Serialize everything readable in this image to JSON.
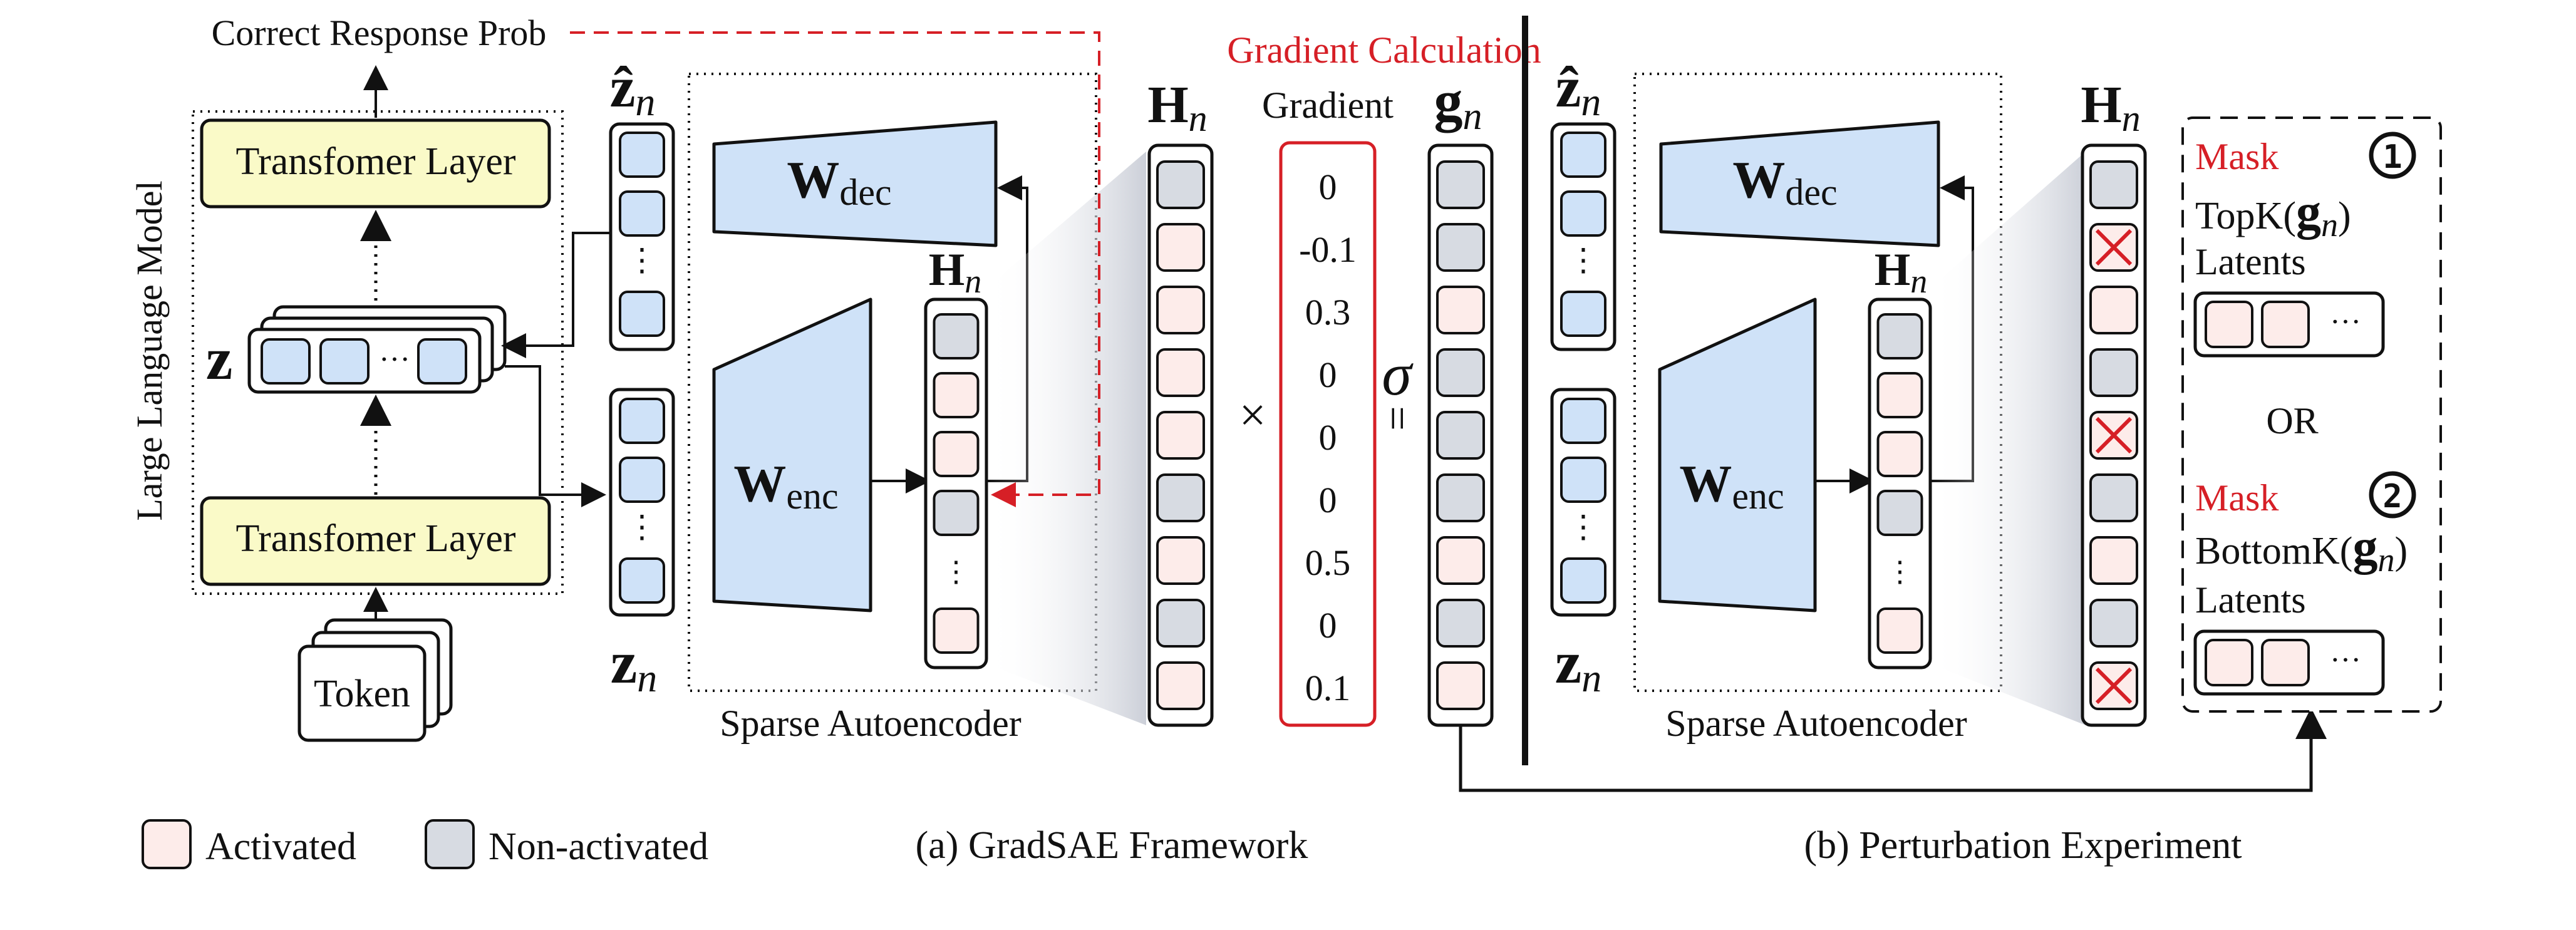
{
  "colors": {
    "activated": "#fdecea",
    "non_activated": "#d7dbe2",
    "latent_blue": "#cfe2f8",
    "transformer": "#fafac8",
    "sae_block": "#cfe2f8",
    "accent_red": "#d61f26",
    "stroke": "#111111"
  },
  "llm": {
    "side_label": "Large Language Model",
    "top_output": "Correct Response Prob",
    "layers": [
      "Transfomer Layer",
      "Transfomer Layer"
    ],
    "token_label": "Token",
    "hidden_symbol": "z",
    "hidden_ellipsis": "···"
  },
  "sae_a": {
    "reconstructed_symbol": "ẑ",
    "input_symbol": "z",
    "subscript": "n",
    "decoder_symbol": "W",
    "decoder_sub": "dec",
    "encoder_symbol": "W",
    "encoder_sub": "enc",
    "latent_symbol": "H",
    "caption": "Sparse Autoencoder",
    "vdots": "⋮"
  },
  "gradient_calc": {
    "label": "Gradient Calculation",
    "column_header": "Gradient",
    "values": [
      "0",
      "-0.1",
      "0.3",
      "0",
      "0",
      "0",
      "0.5",
      "0",
      "0.1"
    ],
    "times": "×",
    "equals": "=",
    "sigma": "σ",
    "g_symbol": "g",
    "h_symbol": "H",
    "subscript": "n"
  },
  "latents": {
    "h_expanded_states": [
      "non",
      "act",
      "act",
      "act",
      "act",
      "non",
      "act",
      "non",
      "act"
    ],
    "g_states": [
      "non",
      "non",
      "act",
      "non",
      "non",
      "non",
      "act",
      "non",
      "act"
    ],
    "h_small_states": [
      "non",
      "act",
      "act",
      "non",
      "ellipsis",
      "act"
    ],
    "h_b_expanded_states": [
      "non",
      "cross",
      "act",
      "non",
      "cross",
      "non",
      "act",
      "non",
      "cross"
    ]
  },
  "sae_b": {
    "reconstructed_symbol": "ẑ",
    "input_symbol": "z",
    "subscript": "n",
    "decoder_symbol": "W",
    "decoder_sub": "dec",
    "encoder_symbol": "W",
    "encoder_sub": "enc",
    "latent_symbol": "H",
    "caption": "Sparse Autoencoder"
  },
  "perturbation": {
    "option1_mask": "Mask",
    "option1_num": "1",
    "option1_fn": "TopK(",
    "option1_sym": "g",
    "option1_close": ")",
    "option1_label": "Latents",
    "or_label": "OR",
    "option2_mask": "Mask",
    "option2_num": "2",
    "option2_fn": "BottomK(",
    "option2_sym": "g",
    "option2_close": ")",
    "option2_label": "Latents",
    "subscript": "n",
    "ellipsis": "···"
  },
  "legend": {
    "activated": "Activated",
    "non_activated": "Non-activated"
  },
  "captions": {
    "a": "(a) GradSAE Framework",
    "b": "(b) Perturbation Experiment"
  }
}
